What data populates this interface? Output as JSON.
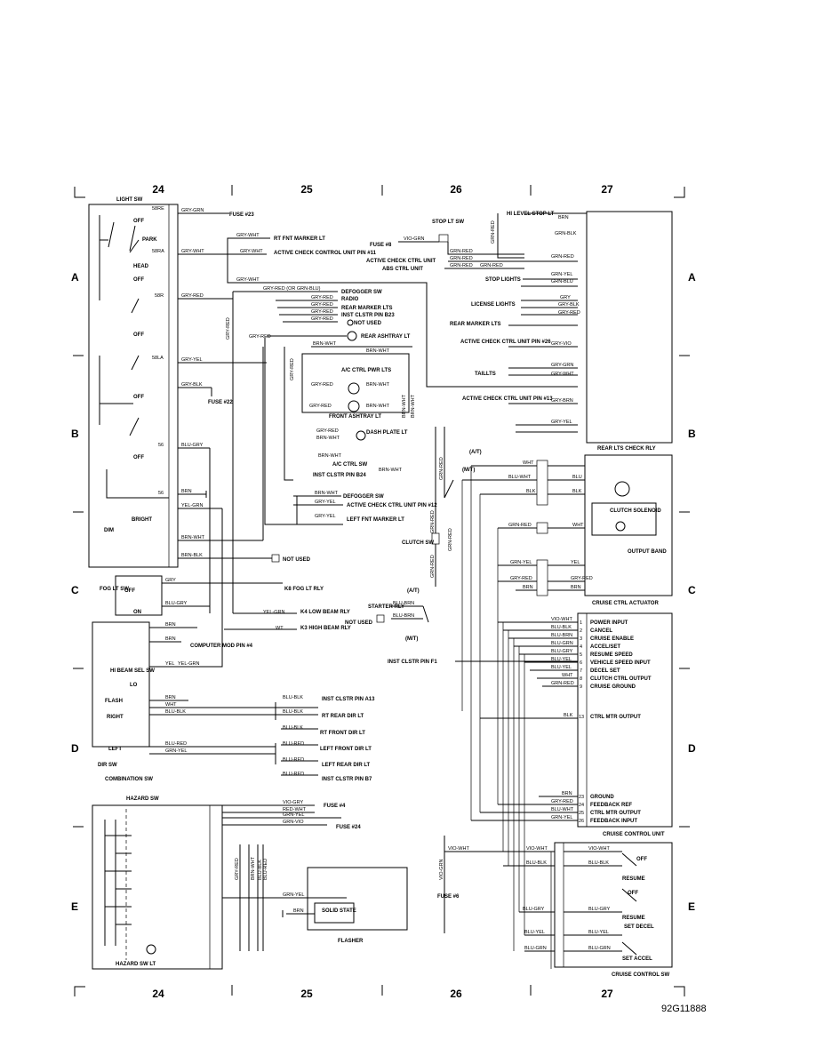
{
  "figure_id": "92G11888",
  "grid": {
    "columns": [
      "24",
      "25",
      "26",
      "27"
    ],
    "rows": [
      "A",
      "B",
      "C",
      "D",
      "E"
    ]
  },
  "left_components": {
    "light_sw": "LIGHT SW",
    "off": "OFF",
    "park": "PARK",
    "head": "HEAD",
    "bright": "BRIGHT",
    "dim": "DIM",
    "fog_lt_sw": "FOG LT SW",
    "on": "ON",
    "computer_mod": "COMPUTER MOD PIN #4",
    "hi_beam_sel_sw": "HI BEAM SEL SW",
    "lo": "LO",
    "flash": "FLASH",
    "right": "RIGHT",
    "left": "LEFT",
    "dir_sw": "DIR SW",
    "combination_sw": "COMBINATION SW",
    "hazard_sw": "HAZARD SW",
    "hazard_sw_lt": "HAZARD SW LT",
    "flasher": "FLASHER",
    "solid_state": "SOLID STATE"
  },
  "wires": {
    "gry_grn": "GRY-GRN",
    "gry_wht": "GRY-WHT",
    "gry_red": "GRY-RED",
    "gry_yel": "GRY-YEL",
    "gry_blk": "GRY-BLK",
    "blu_gry": "BLU-GRY",
    "brn": "BRN",
    "yel_grn": "YEL-GRN",
    "brn_wht": "BRN-WHT",
    "brn_blk": "BRN-BLK",
    "gry": "GRY",
    "blu_blk": "BLU-BLK",
    "blu_red": "BLU-RED",
    "grn_yel": "GRN-YEL",
    "wht": "WHT",
    "yel": "YEL",
    "vio_gry": "VIO-GRY",
    "red_wht": "RED-WHT",
    "grn_vio": "GRN-VIO",
    "gry_red_or_grn_blu": "GRY-RED (OR GRN-BLU)",
    "vio_grn": "VIO-GRN",
    "grn_red": "GRN-RED",
    "grn_blk": "GRN-BLK",
    "grn_blu": "GRN-BLU",
    "gry_vio": "GRY-VIO",
    "blu": "BLU",
    "blk": "BLK",
    "blu_wht": "BLU-WHT",
    "blu_brn": "BLU-BRN",
    "vio_wht": "VIO-WHT",
    "blu_yel": "BLU-YEL",
    "blu_grn": "BLU-GRN",
    "gry_brn": "GRY-BRN",
    "wht_short": "WT"
  },
  "pins_light": {
    "p58re": "58RE",
    "p58ra": "58RA",
    "p58r": "58R",
    "p58la": "58LA",
    "p56": "56",
    "p56b": "56"
  },
  "destinations": {
    "fuse23": "FUSE #23",
    "rt_fnt_marker": "RT FNT MARKER LT",
    "active_check_11": "ACTIVE CHECK CONTROL UNIT PIN #11",
    "defogger_sw": "DEFOGGER SW",
    "radio": "RADIO",
    "rear_marker_lts": "REAR MARKER LTS",
    "inst_b23": "INST CLSTR PIN B23",
    "not_used": "NOT USED",
    "rear_ashtray": "REAR ASHTRAY LT",
    "ac_ctrl_pwr": "A/C CTRL PWR LTS",
    "front_ashtray": "FRONT ASHTRAY LT",
    "dash_plate": "DASH PLATE LT",
    "ac_ctrl_sw": "A/C CTRL SW",
    "inst_b24": "INST CLSTR PIN B24",
    "defogger_sw2": "DEFOGGER SW",
    "active_check_12": "ACTIVE CHECK CTRL UNIT PIN #12",
    "left_fnt_marker": "LEFT FNT MARKER LT",
    "fuse22": "FUSE #22",
    "k8_fog": "K8 FOG LT RLY",
    "k4_low": "K4 LOW BEAM RLY",
    "k3_high": "K3 HIGH BEAM RLY",
    "inst_a13": "INST CLSTR PIN A13",
    "rt_rear_dir": "RT REAR DIR LT",
    "rt_front_dir": "RT FRONT DIR LT",
    "left_front_dir": "LEFT FRONT DIR LT",
    "left_rear_dir": "LEFT REAR DIR LT",
    "inst_b7": "INST CLSTR PIN B7",
    "fuse4": "FUSE #4",
    "fuse24": "FUSE #24",
    "not_used2": "NOT USED"
  },
  "center_components": {
    "stop_lt_sw": "STOP LT SW",
    "fuse8": "FUSE #8",
    "active_check_ctrl_unit": "ACTIVE CHECK CTRL UNIT",
    "abs_ctrl_unit": "ABS CTRL UNIT",
    "hi_level_stop": "HI LEVEL STOP LT",
    "stop_lights": "STOP LIGHTS",
    "license_lights": "LICENSE LIGHTS",
    "rear_marker_lts": "REAR MARKER LTS",
    "active_check_26": "ACTIVE CHECK CTRL UNIT PIN #26",
    "taillts": "TAILLTS",
    "active_check_13": "ACTIVE CHECK CTRL UNIT PIN #13",
    "rear_lts_check_rly": "REAR LTS CHECK RLY",
    "at": "(A/T)",
    "mt": "(M/T)",
    "clutch_sw": "CLUTCH SW",
    "starter_rly": "STARTER RLY",
    "not_used": "NOT USED",
    "inst_f1": "INST CLSTR PIN F1",
    "fuse6": "FUSE #6"
  },
  "cruise": {
    "clutch_solenoid": "CLUTCH SOLENOID",
    "output_band": "OUTPUT BAND",
    "actuator": "CRUISE CTRL ACTUATOR",
    "unit": "CRUISE CONTROL UNIT",
    "sw": "CRUISE CONTROL SW",
    "pins": [
      {
        "n": "1",
        "label": "POWER INPUT"
      },
      {
        "n": "2",
        "label": "CANCEL"
      },
      {
        "n": "3",
        "label": "CRUISE ENABLE"
      },
      {
        "n": "4",
        "label": "ACCEL/SET"
      },
      {
        "n": "5",
        "label": "RESUME SPEED"
      },
      {
        "n": "6",
        "label": "VEHICLE SPEED INPUT"
      },
      {
        "n": "7",
        "label": "DECEL SET"
      },
      {
        "n": "8",
        "label": "CLUTCH CTRL OUTPUT"
      },
      {
        "n": "9",
        "label": "CRUISE GROUND"
      },
      {
        "n": "13",
        "label": "CTRL MTR OUTPUT"
      },
      {
        "n": "23",
        "label": "GROUND"
      },
      {
        "n": "24",
        "label": "FEEDBACK REF"
      },
      {
        "n": "25",
        "label": "CTRL MTR OUTPUT"
      },
      {
        "n": "26",
        "label": "FEEDBACK INPUT"
      }
    ],
    "off": "OFF",
    "resume": "RESUME",
    "set_decel": "SET DECEL",
    "set_accel": "SET ACCEL"
  }
}
